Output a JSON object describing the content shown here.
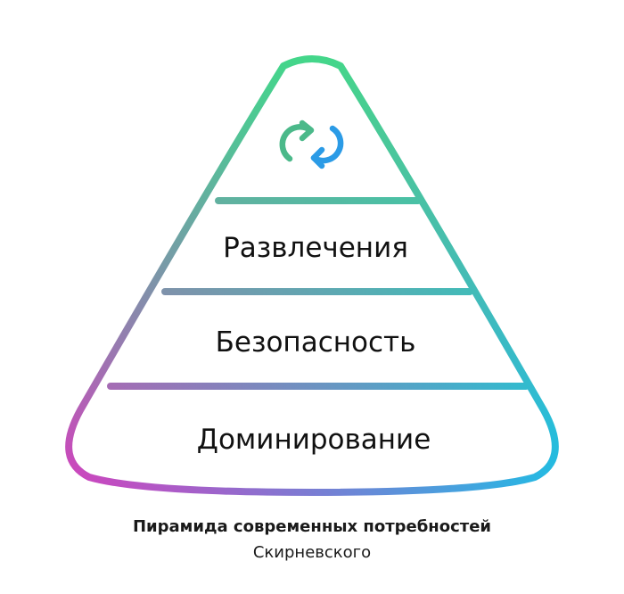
{
  "diagram": {
    "top_icon": "refresh-cycle-icon",
    "tiers": [
      {
        "label": "Развлечения"
      },
      {
        "label": "Безопасность"
      },
      {
        "label": "Доминирование"
      }
    ]
  },
  "caption": {
    "title": "Пирамида современных потребностей",
    "author": "Скирневского"
  },
  "colors": {
    "gradient_top": "#44d68a",
    "gradient_left": "#d43ec0",
    "gradient_right": "#22b8e8",
    "icon_green": "#4bb98a",
    "icon_blue": "#2b9be6",
    "text": "#111111"
  }
}
